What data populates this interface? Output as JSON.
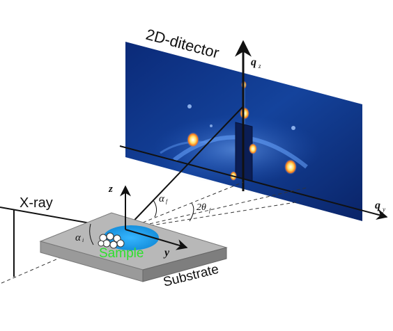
{
  "labels": {
    "detector": "2D-ditector",
    "qz": "q",
    "qz_sub": "z",
    "qy": "q",
    "qy_sub": "y",
    "xray": "X-ray",
    "z": "z",
    "y": "y",
    "alpha_f": "α",
    "alpha_f_sub": "f",
    "alpha_i": "α",
    "alpha_i_sub": "i",
    "two_theta": "2θ",
    "two_theta_sub": "f",
    "sample": "Sample",
    "substrate": "Substrate"
  },
  "colors": {
    "detector_bg": "#0f2f7a",
    "detector_glow": "#3a78d8",
    "spot": "#ffd24a",
    "sample": "#1e9be0",
    "sample_text": "#2ee02e",
    "substrate_top": "#b5b5b5",
    "substrate_side": "#8c8c8c",
    "line": "#111111"
  }
}
